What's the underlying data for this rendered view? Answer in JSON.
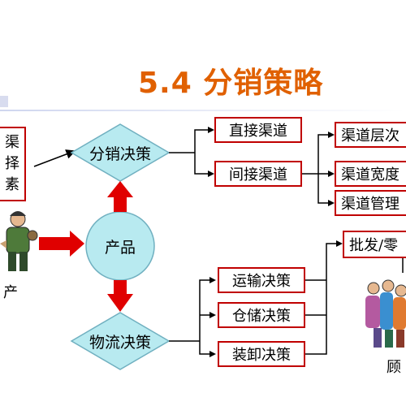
{
  "title": "5.4 分销策略",
  "left_box_chars": [
    "渠",
    "择",
    "素"
  ],
  "producer_caption": "产",
  "customer_caption": "顾",
  "nodes": {
    "distribution_decision": "分销决策",
    "product": "产品",
    "logistics_decision": "物流决策"
  },
  "channels": {
    "direct": "直接渠道",
    "indirect": "间接渠道",
    "sub": [
      "渠道层次",
      "渠道宽度",
      "渠道管理"
    ]
  },
  "logistics": {
    "items": [
      "运输决策",
      "仓储决策",
      "装卸决策"
    ],
    "wholesale": "批发/零"
  },
  "colors": {
    "title": "#e06000",
    "box_border": "#c00000",
    "shape_fill": "#b8eaf0",
    "shape_stroke": "#70b0c0",
    "arrow": "#e00000",
    "line": "#000000"
  }
}
